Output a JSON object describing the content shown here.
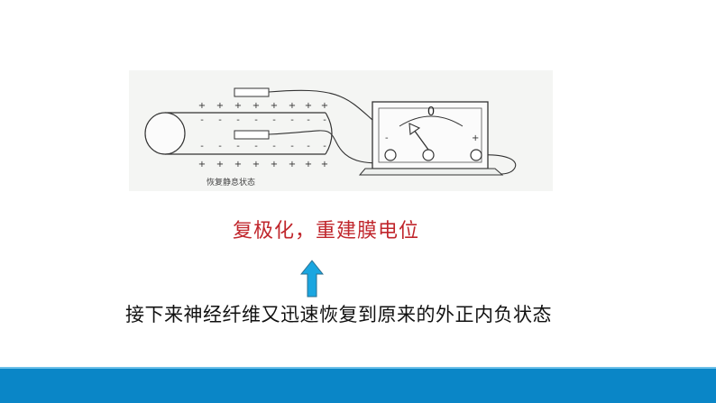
{
  "diagram": {
    "state_label": "恢复静息状态",
    "meter_zero": "0",
    "meter_minus": "-",
    "meter_plus": "+",
    "outer_top_signs": [
      "+",
      "+",
      "+",
      "+",
      "+",
      "+",
      "+",
      "+"
    ],
    "inner_top_signs": [
      "-",
      "-",
      "-",
      "-",
      "-",
      "-",
      "-",
      "-"
    ],
    "inner_bottom_signs": [
      "-",
      "-",
      "-",
      "-",
      "-",
      "-",
      "-",
      "-"
    ],
    "outer_bottom_signs": [
      "+",
      "+",
      "+",
      "+",
      "+",
      "+",
      "+",
      "+"
    ]
  },
  "captions": {
    "red": "复极化，重建膜电位",
    "black": "接下来神经纤维又迅速恢复到原来的外正内负状态"
  },
  "colors": {
    "red_text": "#c0262c",
    "arrow_fill": "#1aa6e0",
    "bar": "#0a86c7"
  }
}
